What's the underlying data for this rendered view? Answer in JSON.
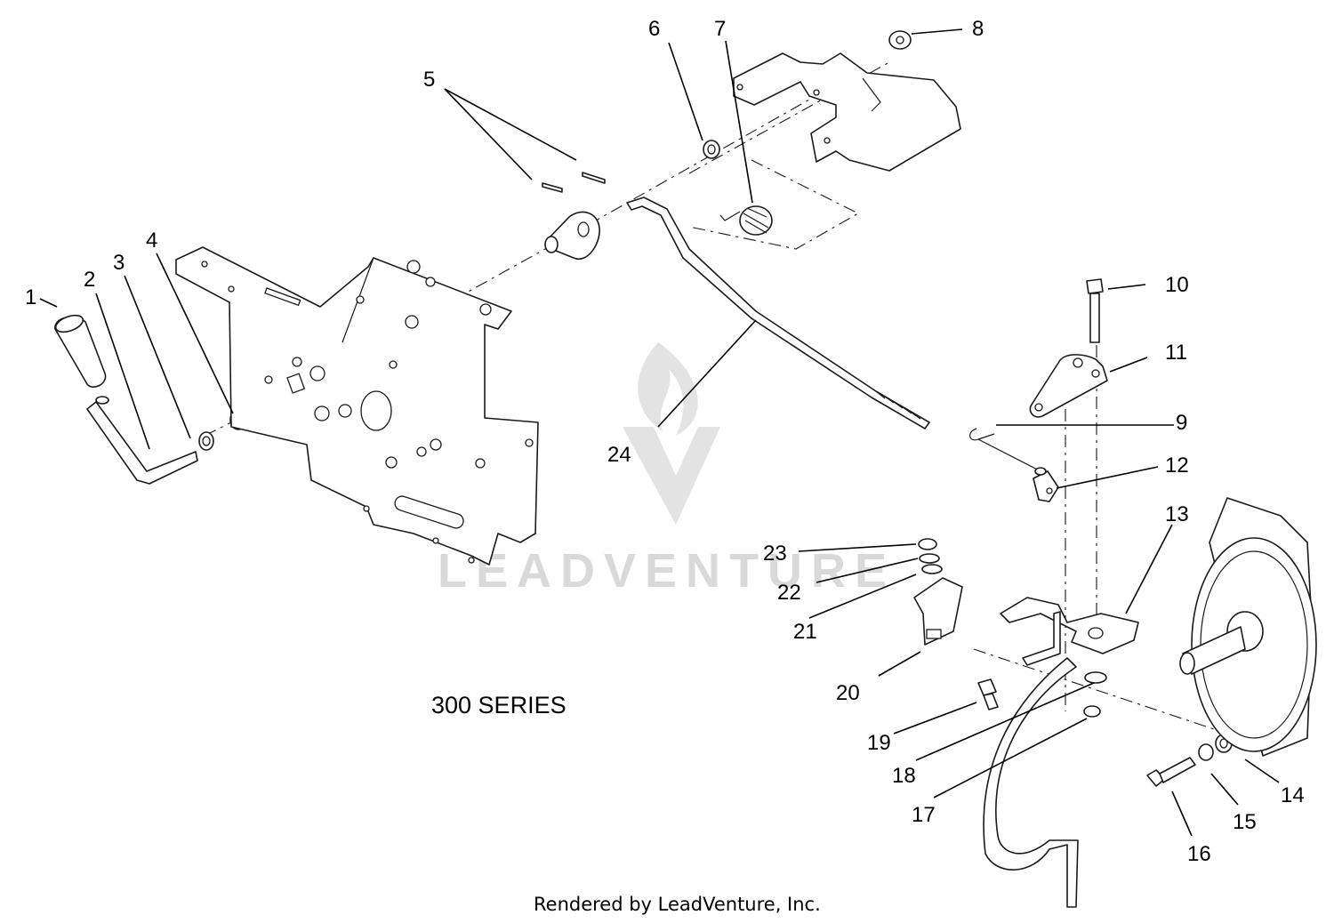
{
  "diagram": {
    "series_label": "300 SERIES",
    "footer_credit": "Rendered by LeadVenture, Inc.",
    "watermark_text": "LEADVENTURE",
    "callouts": [
      "1",
      "2",
      "3",
      "4",
      "5",
      "6",
      "7",
      "8",
      "9",
      "10",
      "11",
      "12",
      "13",
      "14",
      "15",
      "16",
      "17",
      "18",
      "19",
      "20",
      "21",
      "22",
      "23",
      "24"
    ]
  }
}
